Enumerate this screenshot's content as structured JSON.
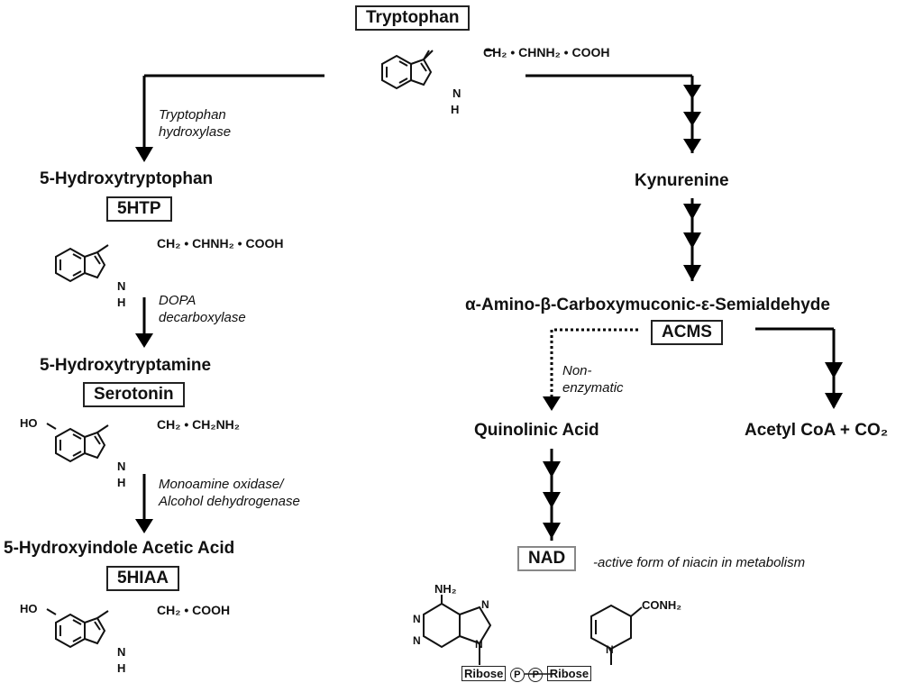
{
  "tryptophan": {
    "name": "Tryptophan",
    "side_chain": "CH₂ • CHNH₂ • COOH",
    "nh": "N",
    "h": "H"
  },
  "left": {
    "enzyme1": [
      "Tryptophan",
      "hydroxylase"
    ],
    "htp_name": "5-Hydroxytryptophan",
    "htp_abbr": "5HTP",
    "htp_side_chain": "CH₂ • CHNH₂ • COOH",
    "enzyme2": [
      "DOPA",
      "decarboxylase"
    ],
    "serotonin_name": "5-Hydroxytryptamine",
    "serotonin_abbr": "Serotonin",
    "serotonin_side_chain": "CH₂ • CH₂NH₂",
    "ho": "HO",
    "enzyme3": [
      "Monoamine oxidase/",
      "Alcohol dehydrogenase"
    ],
    "hiaa_name": "5-Hydroxyindole Acetic Acid",
    "hiaa_abbr": "5HIAA",
    "hiaa_side_chain": "CH₂ • COOH"
  },
  "right": {
    "kynurenine": "Kynurenine",
    "acms_name": "α-Amino-β-Carboxymuconic-ε-Semialdehyde",
    "acms_abbr": "ACMS",
    "nonenzymatic": [
      "Non-",
      "enzymatic"
    ],
    "quinolinic": "Quinolinic Acid",
    "acetyl": "Acetyl CoA + CO₂",
    "nad": "NAD",
    "nad_note": "-active form of niacin in metabolism",
    "nad_structure": {
      "nh2": "NH₂",
      "n": "N",
      "conh2": "CONH₂",
      "ribose": "Ribose",
      "p": "P"
    }
  }
}
